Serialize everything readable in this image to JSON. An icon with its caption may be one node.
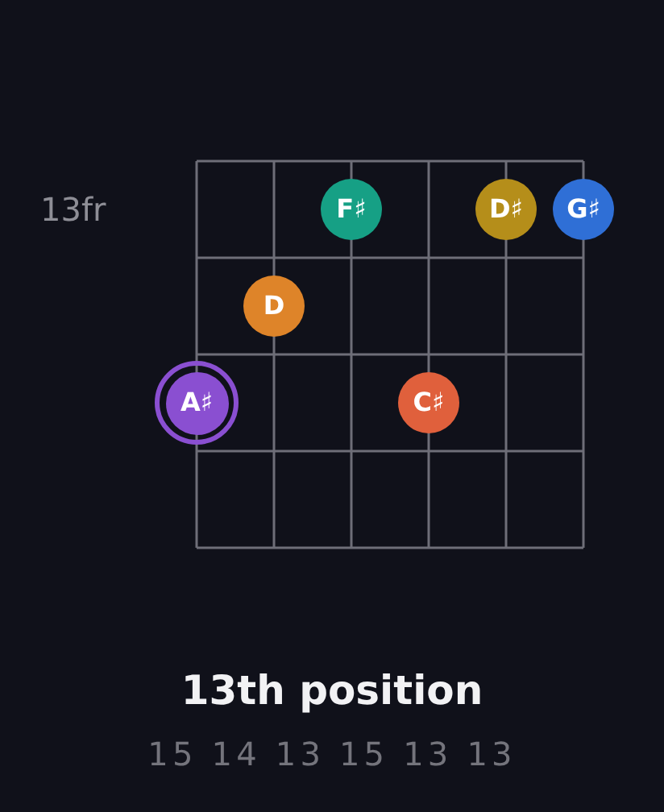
{
  "diagram": {
    "title": "13th position",
    "caption": "15 14 13 15 13 13",
    "nodes": [
      {
        "text": [
          "F♯"
        ]
      },
      {
        "text": [
          "D♯"
        ]
      },
      {
        "text": [
          "G♯"
        ]
      },
      {
        "text": [
          "D"
        ]
      },
      {
        "text": [
          "A♯"
        ]
      },
      {
        "text": [
          "C♯"
        ]
      }
    ],
    "labels": [
      "13fr"
    ]
  }
}
